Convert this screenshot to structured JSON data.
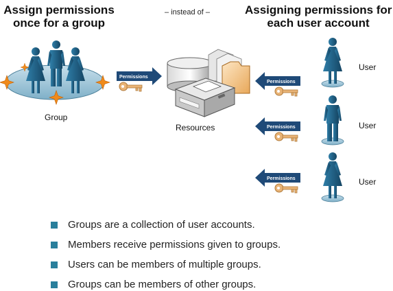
{
  "headings": {
    "left": [
      "Assign permissions",
      "once for a group"
    ],
    "right": [
      "Assigning permissions for",
      "each user account"
    ],
    "middle": "– instead of –"
  },
  "labels": {
    "group": "Group",
    "resources": "Resources",
    "user": "User",
    "permissions": "Permissions"
  },
  "bullets": [
    "Groups are a collection of user accounts.",
    "Members receive permissions given to groups.",
    "Users can be members of multiple groups.",
    "Groups can be members of other groups."
  ],
  "colors": {
    "person": "#1f5c80",
    "group_disc": "#9cc3d6",
    "arrow": "#1f4a78",
    "key": "#e9b477",
    "star": "#f08a1a",
    "bullet": "#2a7f9c"
  },
  "icons": [
    "person-icon",
    "key-icon",
    "arrow-icon",
    "printer-icon",
    "disk-icon",
    "folder-icon",
    "star-icon"
  ]
}
